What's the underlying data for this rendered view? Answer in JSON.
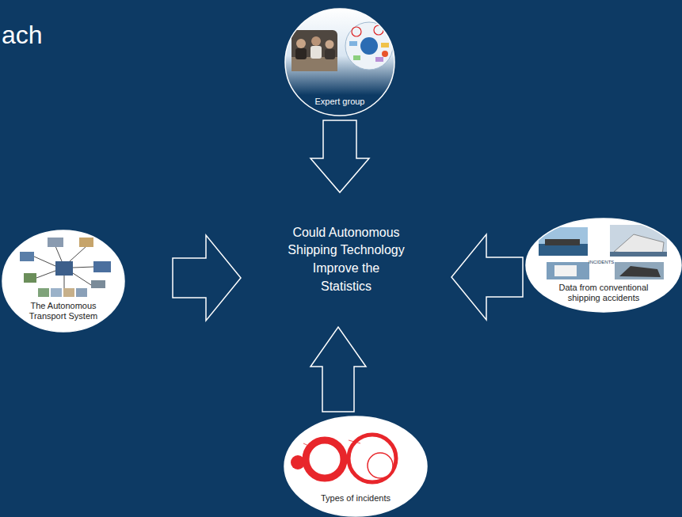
{
  "diagram": {
    "title": "ach",
    "nodes": [
      {
        "text": [
          "Expert group"
        ]
      },
      {
        "text": [
          "The Autonomous Transport System"
        ]
      },
      {
        "text": [
          "Could Autonomous Shipping Technology Improve the Statistics"
        ]
      },
      {
        "text": [
          "Data from conventional shipping accidents"
        ]
      },
      {
        "text": [
          "Types of incidents"
        ]
      }
    ],
    "edges": [
      {
        "from": 0,
        "to": 2,
        "arrow": "to"
      },
      {
        "from": 1,
        "to": 2,
        "arrow": "to"
      },
      {
        "from": 3,
        "to": 2,
        "arrow": "to"
      },
      {
        "from": 4,
        "to": 2,
        "arrow": "to"
      }
    ],
    "labels": [
      "INCIDENTS"
    ]
  }
}
